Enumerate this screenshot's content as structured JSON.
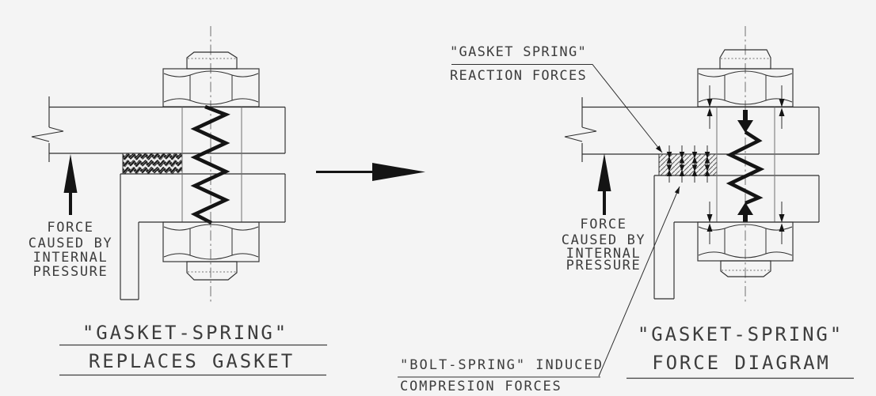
{
  "colors": {
    "bg": "#f4f4f4",
    "line": "#2f2f2f",
    "thin": "#707070",
    "ink": "#141414",
    "text": "#3d3d3d"
  },
  "left_diagram": {
    "force_label": {
      "lines": [
        "FORCE",
        "CAUSED BY",
        "INTERNAL",
        "PRESSURE"
      ]
    },
    "title": {
      "line1": "\"GASKET-SPRING\"",
      "line2": "REPLACES GASKET"
    }
  },
  "right_diagram": {
    "reaction_label": {
      "line1": "\"GASKET SPRING\"",
      "line2": "REACTION FORCES"
    },
    "compression_label": {
      "line1": "\"BOLT-SPRING\" INDUCED",
      "line2": "COMPRESION FORCES"
    },
    "force_label": {
      "lines": [
        "FORCE",
        "CAUSED BY",
        "INTERNAL",
        "PRESSURE"
      ]
    },
    "title": {
      "line1": "\"GASKET-SPRING\"",
      "line2": "FORCE DIAGRAM"
    }
  }
}
